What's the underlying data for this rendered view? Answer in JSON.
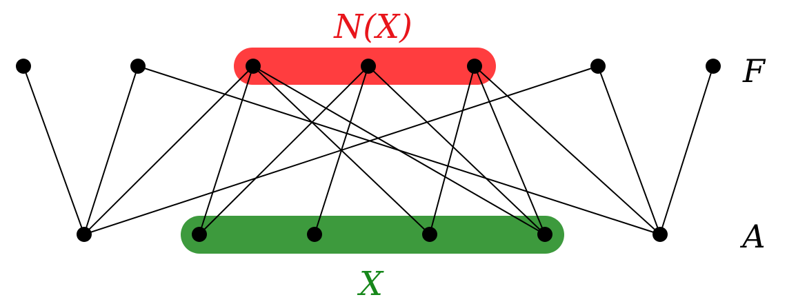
{
  "labels": {
    "top_set": "F",
    "bottom_set": "A",
    "neighborhood": "N(X)",
    "subset": "X"
  },
  "colors": {
    "neighborhood_highlight": "#ff3d3f",
    "subset_highlight": "#3d9a3d",
    "neighborhood_text": "#e8151b",
    "subset_text": "#16871a",
    "vertex": "#000000",
    "edge": "#000000"
  },
  "graph": {
    "top_vertices": [
      "f1",
      "f2",
      "f3",
      "f4",
      "f5",
      "f6",
      "f7"
    ],
    "bottom_vertices": [
      "a1",
      "a2",
      "a3",
      "a4",
      "a5",
      "a6"
    ],
    "neighborhood_vertices": [
      "f3",
      "f4",
      "f5"
    ],
    "subset_vertices": [
      "a2",
      "a3",
      "a4",
      "a5"
    ],
    "edges": [
      [
        "f1",
        "a1"
      ],
      [
        "f2",
        "a1"
      ],
      [
        "f2",
        "a6"
      ],
      [
        "f3",
        "a1"
      ],
      [
        "f3",
        "a2"
      ],
      [
        "f3",
        "a4"
      ],
      [
        "f3",
        "a5"
      ],
      [
        "f4",
        "a2"
      ],
      [
        "f4",
        "a3"
      ],
      [
        "f4",
        "a5"
      ],
      [
        "f5",
        "a4"
      ],
      [
        "f5",
        "a5"
      ],
      [
        "f5",
        "a6"
      ],
      [
        "f6",
        "a1"
      ],
      [
        "f6",
        "a6"
      ],
      [
        "f7",
        "a6"
      ]
    ]
  }
}
